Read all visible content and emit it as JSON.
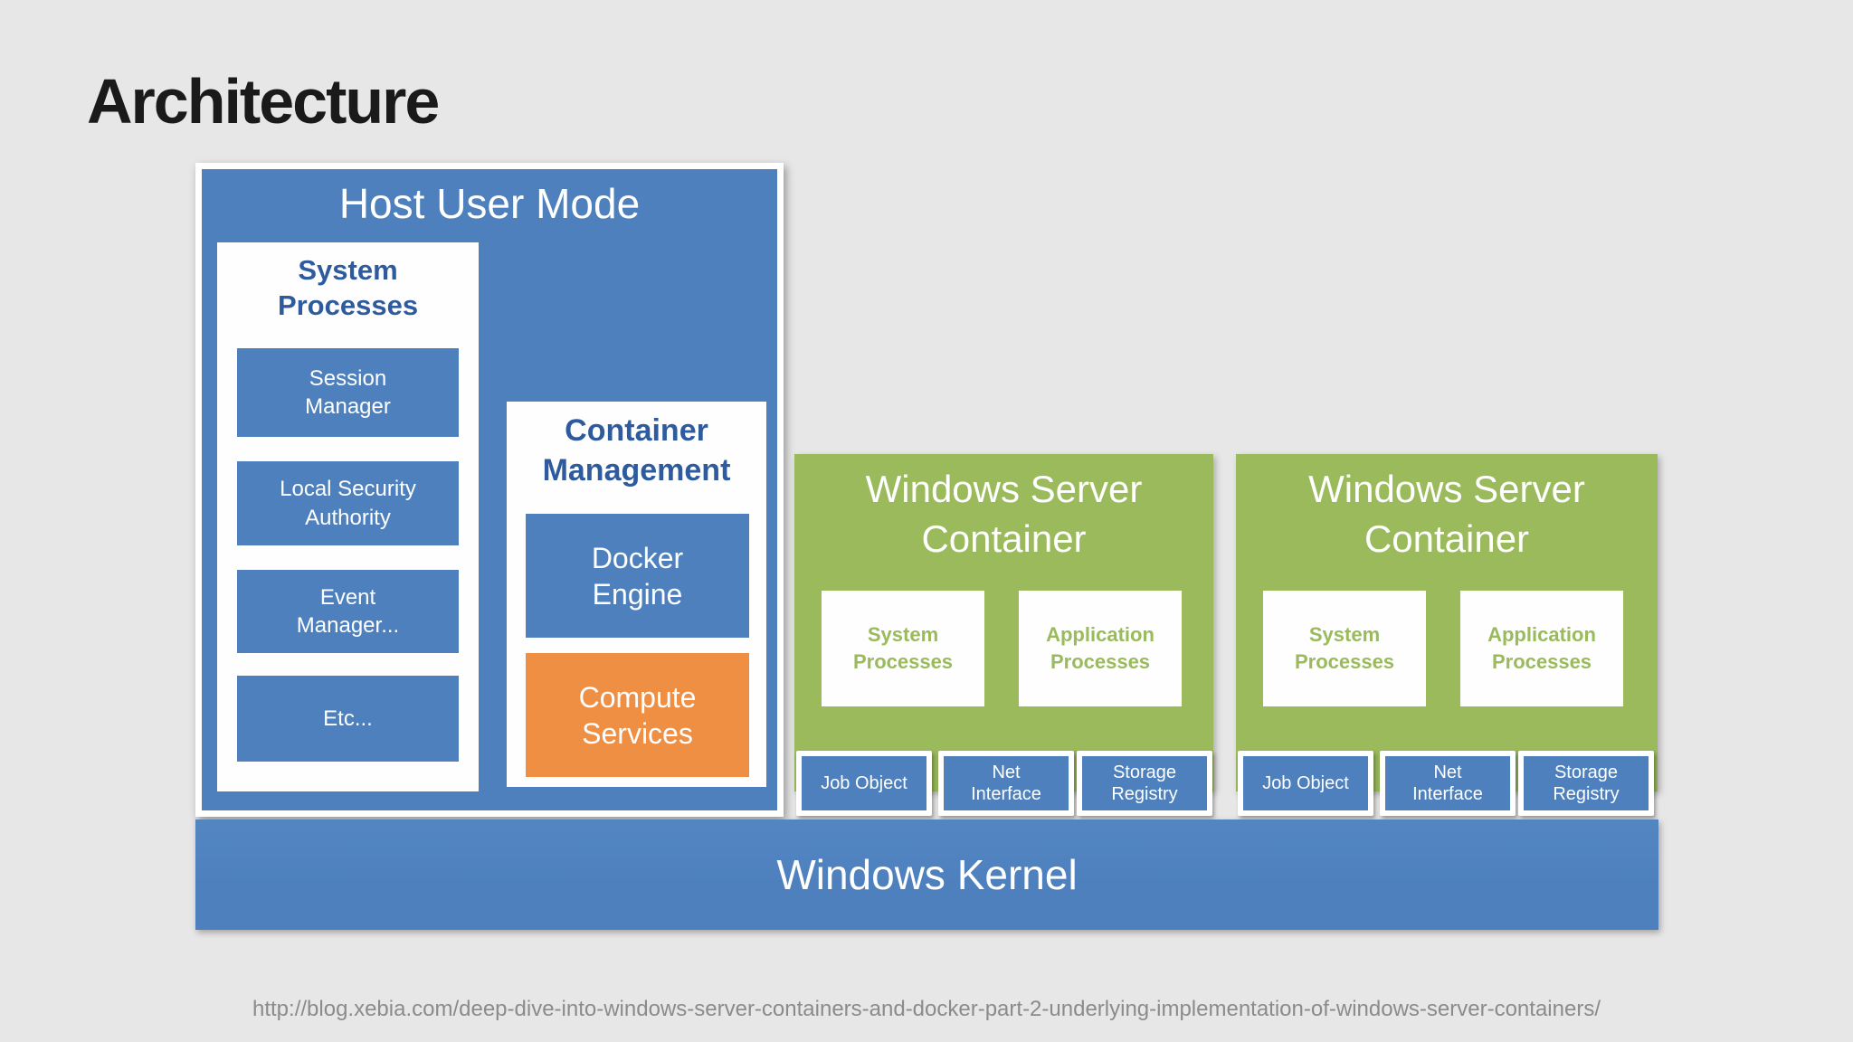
{
  "slide": {
    "title": "Architecture",
    "source_url": "http://blog.xebia.com/deep-dive-into-windows-server-containers-and-docker-part-2-underlying-implementation-of-windows-server-containers/"
  },
  "colors": {
    "background": "#e8e7e7",
    "title_text": "#1a1a1a",
    "blue": "#4d80bd",
    "green": "#9aba5c",
    "orange": "#ef8f44",
    "dark_text": "#2e5b9e",
    "url_text": "#8b8b8b"
  },
  "host_user_mode": {
    "title": "Host User Mode",
    "system_processes": {
      "title": "System Processes",
      "items": [
        "Session Manager",
        "Local Security Authority",
        "Event Manager...",
        "Etc..."
      ]
    },
    "container_management": {
      "title": "Container Management",
      "docker_engine": "Docker Engine",
      "compute_services": "Compute Services"
    }
  },
  "containers": [
    {
      "title": "Windows Server Container",
      "system_processes": "System Processes",
      "application_processes": "Application Processes",
      "kernel_objects": [
        "Job Object",
        "Net Interface",
        "Storage Registry"
      ]
    },
    {
      "title": "Windows Server Container",
      "system_processes": "System Processes",
      "application_processes": "Application Processes",
      "kernel_objects": [
        "Job Object",
        "Net Interface",
        "Storage Registry"
      ]
    }
  ],
  "kernel": {
    "label": "Windows Kernel"
  }
}
